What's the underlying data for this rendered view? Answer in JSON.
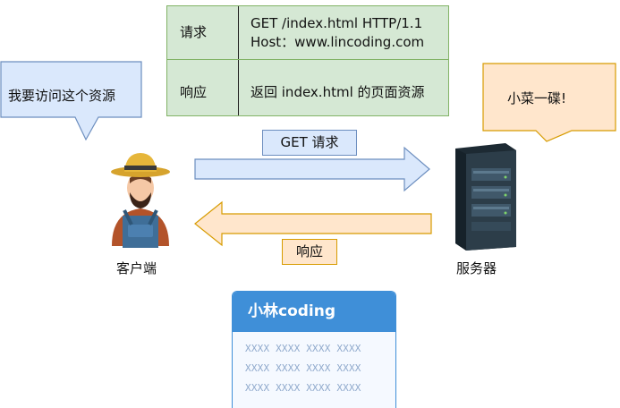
{
  "table": {
    "request_label": "请求",
    "request_line1": "GET /index.html HTTP/1.1",
    "request_line2": "Host：www.lincoding.com",
    "response_label": "响应",
    "response_text": "返回 index.html 的页面资源"
  },
  "client": {
    "bubble": "我要访问这个资源",
    "label": "客户端"
  },
  "server": {
    "bubble": "小菜一碟!",
    "label": "服务器"
  },
  "arrows": {
    "request_label": "GET 请求",
    "response_label": "响应"
  },
  "card": {
    "title": "小林coding",
    "lines": [
      "XXXX XXXX XXXX XXXX",
      "XXXX XXXX XXXX XXXX",
      "XXXX XXXX XXXX XXXX"
    ]
  },
  "colors": {
    "request": "#dae8fc",
    "response": "#ffe6cc",
    "table": "#d5e8d4",
    "card_header": "#3f8fd8"
  }
}
